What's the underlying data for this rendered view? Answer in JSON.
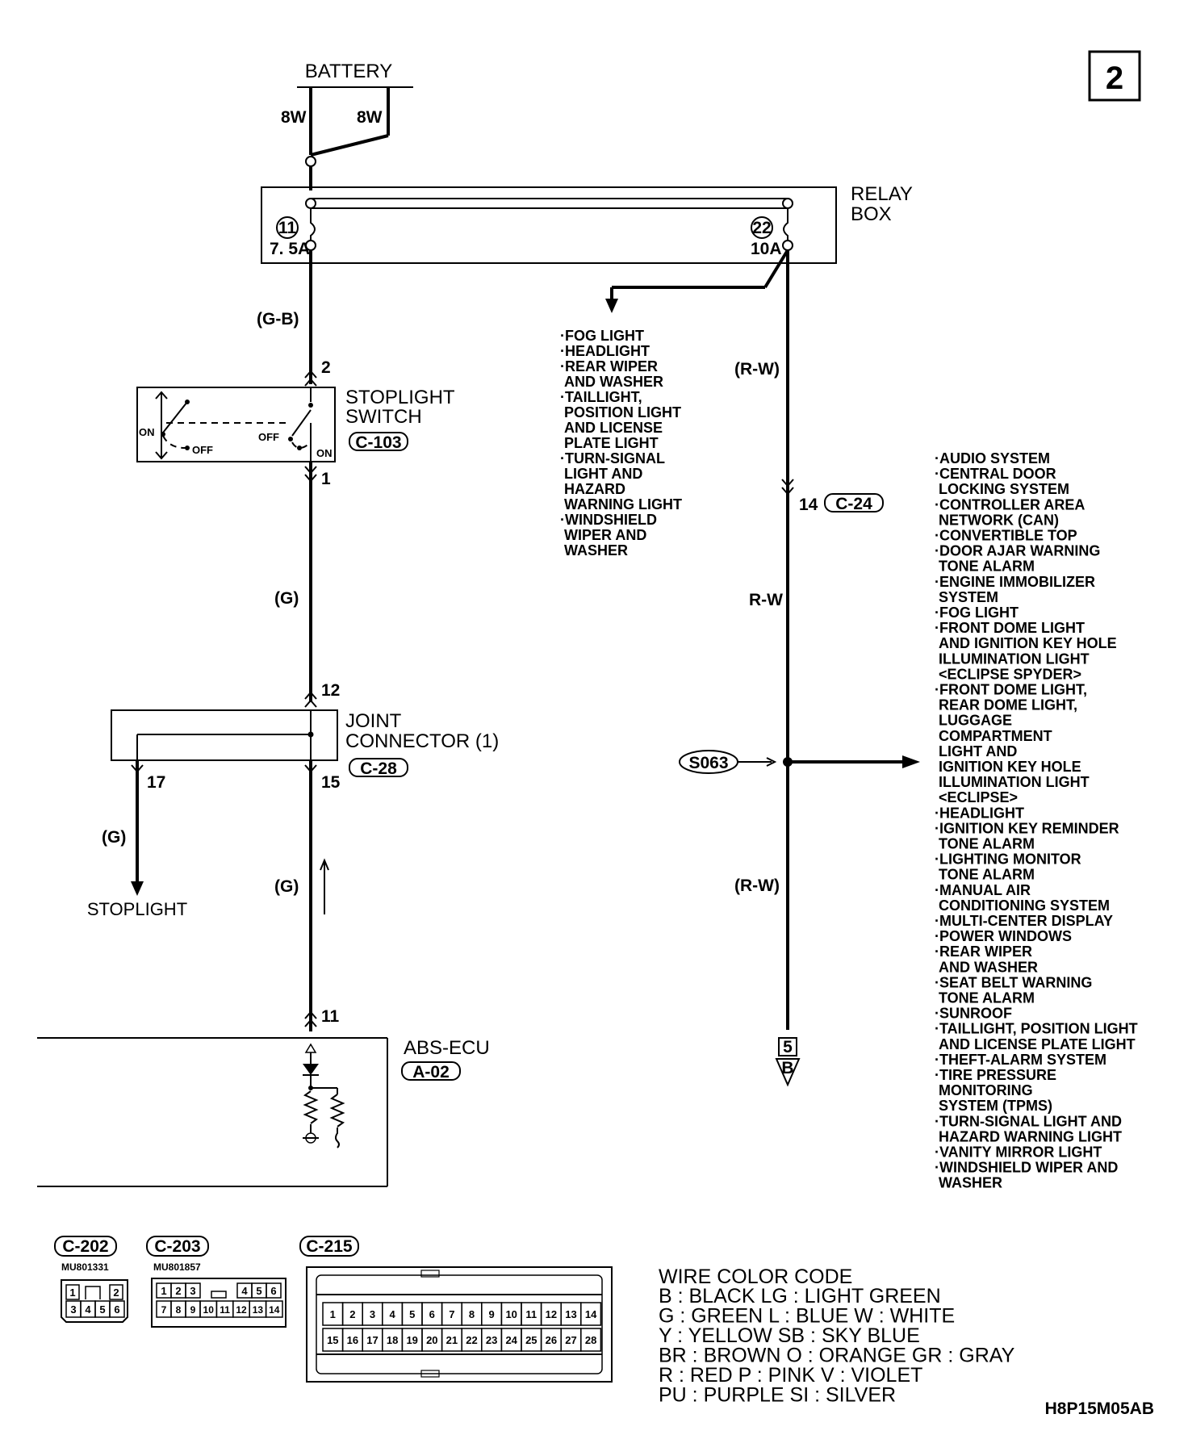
{
  "page_number": "2",
  "figure_code": "H8P15M05AB",
  "battery": {
    "label": "BATTERY",
    "wire_left": "8W",
    "wire_right": "8W"
  },
  "relay_box": {
    "label_line1": "RELAY",
    "label_line2": "BOX",
    "fuse_left_number": "11",
    "fuse_left_rating": "7. 5A",
    "fuse_right_number": "22",
    "fuse_right_rating": "10A"
  },
  "wire_colors": {
    "g_b": "(G-B)",
    "g_1": "(G)",
    "g_2": "(G)",
    "g_3": "(G)",
    "rw_1": "(R-W)",
    "rw_2": "R-W",
    "rw_3": "(R-W)"
  },
  "stoplight_switch": {
    "label_line1": "STOPLIGHT",
    "label_line2": "SWITCH",
    "connector": "C-103",
    "pin_top": "2",
    "pin_bottom": "1",
    "state_on_left": "ON",
    "state_off_left": "OFF",
    "state_off_right": "OFF",
    "state_on_right": "ON"
  },
  "joint_connector": {
    "label_line1": "JOINT",
    "label_line2": "CONNECTOR (1)",
    "connector": "C-28",
    "pin_top": "12",
    "pin_left": "17",
    "pin_bottom": "15"
  },
  "stoplight_label": "STOPLIGHT",
  "abs_ecu": {
    "label": "ABS-ECU",
    "connector": "A-02",
    "pin": "11"
  },
  "c24": {
    "pin": "14",
    "connector": "C-24"
  },
  "splice": "S063",
  "offpage": {
    "number": "5",
    "letter": "B"
  },
  "fuse22_loads": [
    "·FOG LIGHT",
    "·HEADLIGHT",
    "·REAR WIPER",
    " AND WASHER",
    "·TAILLIGHT,",
    " POSITION LIGHT",
    " AND LICENSE",
    " PLATE LIGHT",
    "·TURN-SIGNAL",
    " LIGHT AND",
    " HAZARD",
    " WARNING LIGHT",
    "·WINDSHIELD",
    " WIPER AND",
    " WASHER"
  ],
  "splice_loads": [
    "·AUDIO SYSTEM",
    "·CENTRAL DOOR",
    " LOCKING SYSTEM",
    "·CONTROLLER AREA",
    " NETWORK (CAN)",
    "·CONVERTIBLE TOP",
    "·DOOR AJAR WARNING",
    " TONE ALARM",
    "·ENGINE IMMOBILIZER",
    " SYSTEM",
    "·FOG LIGHT",
    "·FRONT DOME LIGHT",
    " AND IGNITION KEY HOLE",
    " ILLUMINATION LIGHT",
    " <ECLIPSE SPYDER>",
    "·FRONT DOME LIGHT,",
    " REAR DOME LIGHT,",
    " LUGGAGE",
    " COMPARTMENT",
    " LIGHT AND",
    " IGNITION KEY HOLE",
    " ILLUMINATION LIGHT",
    " <ECLIPSE>",
    "·HEADLIGHT",
    "·IGNITION KEY REMINDER",
    " TONE ALARM",
    "·LIGHTING MONITOR",
    " TONE ALARM",
    "·MANUAL AIR",
    " CONDITIONING SYSTEM",
    "·MULTI-CENTER DISPLAY",
    "·POWER WINDOWS",
    "·REAR WIPER",
    " AND WASHER",
    "·SEAT BELT WARNING",
    " TONE ALARM",
    "·SUNROOF",
    "·TAILLIGHT, POSITION LIGHT",
    " AND LICENSE PLATE LIGHT",
    "·THEFT-ALARM SYSTEM",
    "·TIRE PRESSURE",
    " MONITORING",
    " SYSTEM (TPMS)",
    "·TURN-SIGNAL LIGHT AND",
    " HAZARD WARNING LIGHT",
    "·VANITY MIRROR LIGHT",
    "·WINDSHIELD WIPER AND",
    " WASHER"
  ],
  "connectors": {
    "c202": {
      "name": "C-202",
      "part": "MU801331",
      "pins_top": [
        "1",
        "2"
      ],
      "pins_bottom": [
        "3",
        "4",
        "5",
        "6"
      ]
    },
    "c203": {
      "name": "C-203",
      "part": "MU801857",
      "pins_top_left": [
        "1",
        "2",
        "3"
      ],
      "pins_top_right": [
        "4",
        "5",
        "6"
      ],
      "pins_bottom": [
        "7",
        "8",
        "9",
        "10",
        "11",
        "12",
        "13",
        "14"
      ]
    },
    "c215": {
      "name": "C-215",
      "pins_top": [
        "1",
        "2",
        "3",
        "4",
        "5",
        "6",
        "7",
        "8",
        "9",
        "10",
        "11",
        "12",
        "13",
        "14"
      ],
      "pins_bottom": [
        "15",
        "16",
        "17",
        "18",
        "19",
        "20",
        "21",
        "22",
        "23",
        "24",
        "25",
        "26",
        "27",
        "28"
      ]
    }
  },
  "wire_color_code": {
    "title": "WIRE COLOR CODE",
    "rows": [
      "B : BLACK     LG : LIGHT GREEN",
      "G : GREEN      L : BLUE    W : WHITE",
      "Y : YELLOW     SB : SKY BLUE",
      "BR : BROWN     O : ORANGE    GR : GRAY",
      "R : RED     P : PINK     V : VIOLET",
      "PU : PURPLE     SI : SILVER"
    ]
  }
}
